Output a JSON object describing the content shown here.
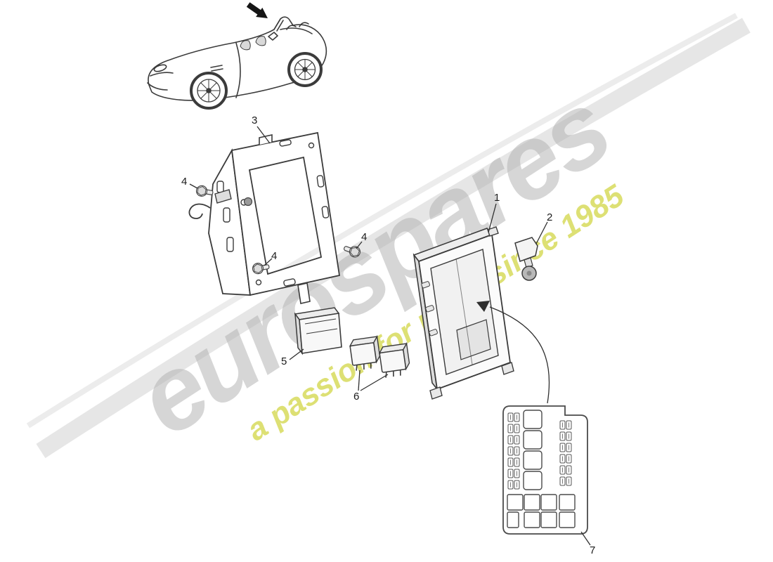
{
  "watermark": {
    "brand": "eurospares",
    "tagline": "a passion for parts since 1985"
  },
  "colors": {
    "watermark_gray": "#adadad",
    "watermark_yellow": "#d7da5c",
    "swoosh_gray": "#d2d2d2",
    "line_color": "#3b3b3b"
  },
  "callouts": {
    "part1": "1",
    "part2": "2",
    "part3": "3",
    "part4a": "4",
    "part4b": "4",
    "part4c": "4",
    "part5": "5",
    "part6": "6",
    "part7": "7"
  }
}
